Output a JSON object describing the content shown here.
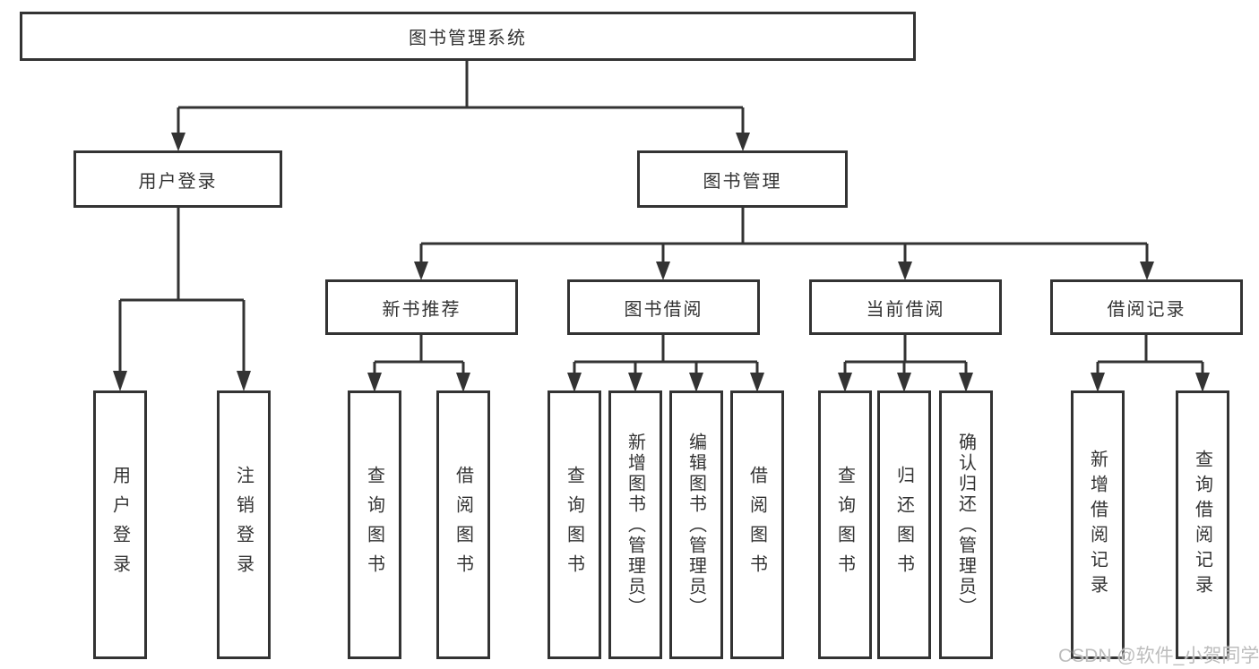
{
  "diagram": {
    "root": {
      "label": "图书管理系统"
    },
    "level2": [
      {
        "label": "用户登录"
      },
      {
        "label": "图书管理"
      }
    ],
    "level3": [
      {
        "label": "新书推荐",
        "parent": "图书管理"
      },
      {
        "label": "图书借阅",
        "parent": "图书管理"
      },
      {
        "label": "当前借阅",
        "parent": "图书管理"
      },
      {
        "label": "借阅记录",
        "parent": "图书管理"
      }
    ],
    "leaves": [
      {
        "label": "用户登录",
        "parent": "用户登录"
      },
      {
        "label": "注销登录",
        "parent": "用户登录"
      },
      {
        "label": "查询图书",
        "parent": "新书推荐"
      },
      {
        "label": "借阅图书",
        "parent": "新书推荐"
      },
      {
        "label": "查询图书",
        "parent": "图书借阅"
      },
      {
        "label": "新增图书（管理员）",
        "parent": "图书借阅"
      },
      {
        "label": "编辑图书（管理员）",
        "parent": "图书借阅"
      },
      {
        "label": "借阅图书",
        "parent": "图书借阅"
      },
      {
        "label": "查询图书",
        "parent": "当前借阅"
      },
      {
        "label": "归还图书",
        "parent": "当前借阅"
      },
      {
        "label": "确认归还（管理员）",
        "parent": "当前借阅"
      },
      {
        "label": "新增借阅记录",
        "parent": "借阅记录"
      },
      {
        "label": "查询借阅记录",
        "parent": "借阅记录"
      }
    ]
  },
  "watermark": {
    "text": "CSDN @软件_小贺同学"
  },
  "colors": {
    "line": "#333333",
    "box_border": "#333333",
    "box_background": "#ffffff",
    "page_background": "#ffffff",
    "watermark": "#bdbdbd"
  }
}
